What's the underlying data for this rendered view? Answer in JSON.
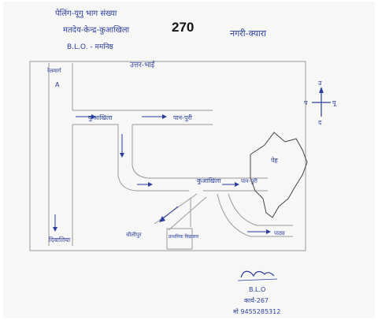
{
  "header": {
    "line1": "पेलिंग-यूगु भाग संख्या",
    "number": "270",
    "line2": "मतदेय-केन्द्र-कुआखिला",
    "line3": "B.L.O. - ममनिष्ठ",
    "village_title": "नगरी-क्यारा",
    "top_side_label": "उत्तर-भाई"
  },
  "compass": {
    "north": "उ",
    "south": "द",
    "west": "प",
    "east": "पू"
  },
  "map_labels": {
    "left_road": "रेलमार्ग",
    "mark_a": "A",
    "road_kuakhila_1": "कुआखिला",
    "road_kanpuri": "पान-पुरी",
    "pond": "पेह",
    "kuakhila_centre": "कुआखिला",
    "panpuri_2": "पान-पुरी",
    "bottom_left": "दिवालिया",
    "chowk": "चौलीपुर",
    "school": "प्राथमिक विद्यालय",
    "bottom_right_road": "पाठ्य"
  },
  "signature": {
    "role": "B.L.O",
    "code": "कार्य-267",
    "mobile": "मो 9455285312"
  },
  "colors": {
    "ink": "#2b3f9e",
    "pencil": "#9a9a9a",
    "paper": "#f7f7f5"
  }
}
